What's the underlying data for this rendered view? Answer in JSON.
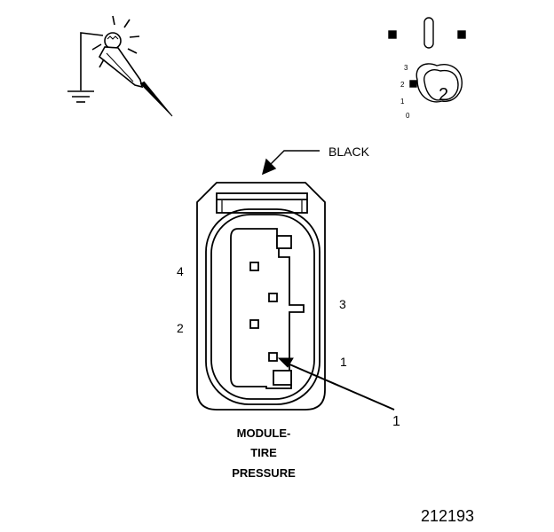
{
  "diagram": {
    "color_label": "BLACK",
    "pin_labels": {
      "pin4": "4",
      "pin3": "3",
      "pin2": "2",
      "pin1": "1"
    },
    "callout": "1",
    "component_name": [
      "MODULE-",
      "TIRE",
      "PRESSURE"
    ],
    "figure_number": "212193",
    "meter_scale": [
      "3",
      "2",
      "1",
      "0"
    ],
    "meter_setting": "2",
    "colors": {
      "line": "#000000",
      "background": "#ffffff"
    },
    "icons": [
      "test-light-probe-icon",
      "ground-symbol-icon",
      "multimeter-selector-icon"
    ]
  }
}
